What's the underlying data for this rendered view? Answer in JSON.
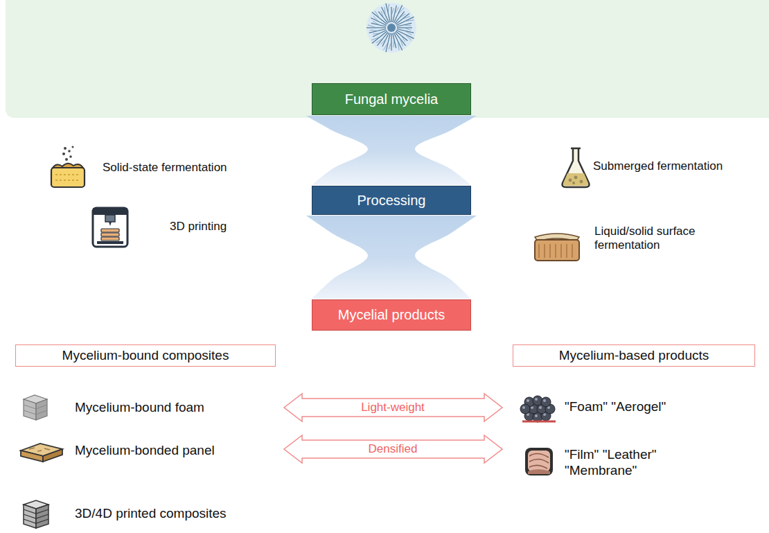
{
  "diagram": {
    "nodes": [
      {
        "text": [
          "Fungal mycelia"
        ]
      },
      {
        "text": [
          "Processing"
        ]
      },
      {
        "text": [
          "Mycelial products"
        ]
      },
      {
        "text": [
          "Mycelium-bound composites"
        ]
      },
      {
        "text": [
          "Mycelium-based products"
        ]
      }
    ],
    "edges": [
      {
        "from": 0,
        "to": 1,
        "arrow": "none"
      },
      {
        "from": 1,
        "to": 2,
        "arrow": "none"
      }
    ],
    "labels": [
      "Solid-state fermentation",
      "Submerged fermentation",
      "3D printing",
      "Liquid/solid surface fermentation",
      "Mycelium-bound foam",
      "Light-weight",
      "\"Foam\" \"Aerogel\"",
      "Mycelium-bonded panel",
      "Densified",
      "\"Film\" \"Leather\" \"Membrane\"",
      "3D/4D printed composites"
    ]
  }
}
